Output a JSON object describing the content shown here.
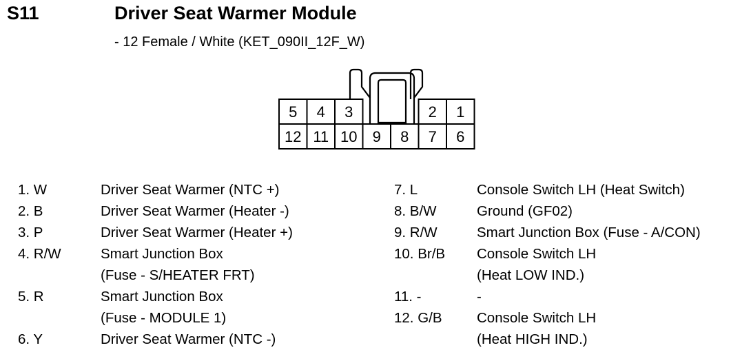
{
  "header": {
    "code": "S11",
    "title": "Driver Seat Warmer Module",
    "subtitle": "- 12 Female / White (KET_090II_12F_W)"
  },
  "connector": {
    "top_row": [
      "5",
      "4",
      "3",
      "",
      "2",
      "1"
    ],
    "bottom_row": [
      "12",
      "11",
      "10",
      "9",
      "8",
      "7",
      "6"
    ]
  },
  "pins_left": [
    {
      "num": "1. W",
      "lines": [
        "Driver Seat Warmer (NTC +)"
      ]
    },
    {
      "num": "2. B",
      "lines": [
        "Driver Seat Warmer (Heater -)"
      ]
    },
    {
      "num": "3. P",
      "lines": [
        "Driver Seat Warmer (Heater +)"
      ]
    },
    {
      "num": "4. R/W",
      "lines": [
        "Smart Junction Box",
        "(Fuse - S/HEATER FRT)"
      ]
    },
    {
      "num": "5. R",
      "lines": [
        "Smart Junction Box",
        "(Fuse - MODULE 1)"
      ]
    },
    {
      "num": "6. Y",
      "lines": [
        "Driver Seat Warmer (NTC -)"
      ]
    }
  ],
  "pins_right": [
    {
      "num": "7. L",
      "lines": [
        "Console Switch LH (Heat Switch)"
      ]
    },
    {
      "num": "8. B/W",
      "lines": [
        "Ground (GF02)"
      ]
    },
    {
      "num": "9. R/W",
      "lines": [
        "Smart Junction Box (Fuse - A/CON)"
      ]
    },
    {
      "num": "10. Br/B",
      "lines": [
        "Console Switch LH",
        "(Heat LOW IND.)"
      ]
    },
    {
      "num": "11. -",
      "lines": [
        "-"
      ]
    },
    {
      "num": "12. G/B",
      "lines": [
        "Console Switch LH",
        "(Heat HIGH IND.)"
      ]
    }
  ]
}
